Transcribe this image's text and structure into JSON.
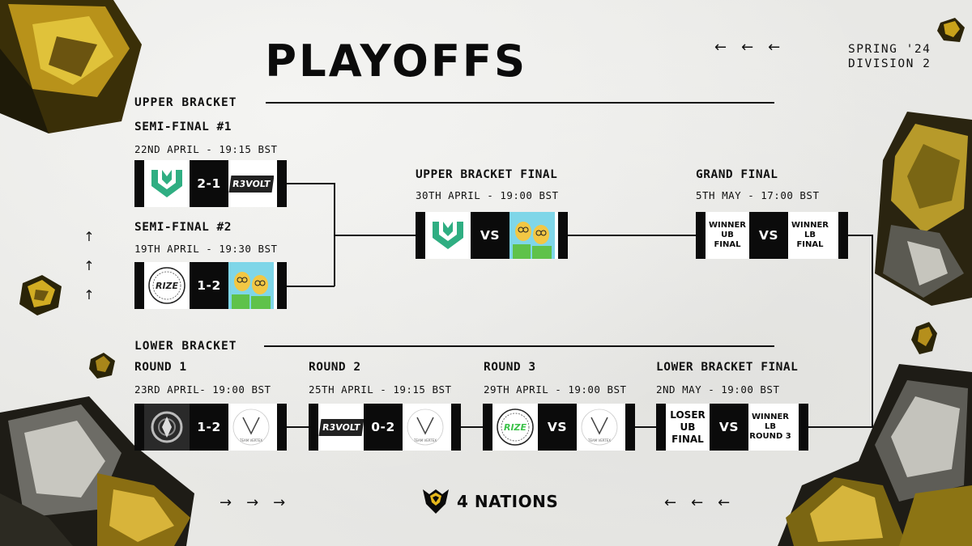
{
  "title": "PLAYOFFS",
  "season": {
    "line1": "SPRING '24",
    "line2": "DIVISION 2"
  },
  "upper_bracket": {
    "label": "UPPER BRACKET",
    "semi1": {
      "title": "SEMI-FINAL #1",
      "date": "22ND APRIL - 19:15 BST",
      "score": "2-1",
      "team_a": "wolves-v-logo",
      "team_b_text": "R3VOLT"
    },
    "semi2": {
      "title": "SEMI-FINAL #2",
      "date": "19TH APRIL - 19:30 BST",
      "score": "1-2",
      "team_a_text": "RIZE",
      "team_b": "cartoon-duo-logo"
    },
    "final": {
      "title": "UPPER BRACKET FINAL",
      "date": "30TH APRIL - 19:00 BST",
      "score": "VS"
    }
  },
  "grand_final": {
    "title": "GRAND FINAL",
    "date": "5TH MAY - 17:00 BST",
    "score": "VS",
    "slot_a": "WINNER\nUB\nFINAL",
    "slot_b": "WINNER\nLB\nFINAL"
  },
  "lower_bracket": {
    "label": "LOWER BRACKET",
    "round1": {
      "title": "ROUND 1",
      "date": "23RD APRIL- 19:00 BST",
      "score": "1-2"
    },
    "round2": {
      "title": "ROUND 2",
      "date": "25TH APRIL - 19:15 BST",
      "score": "0-2",
      "team_a_text": "R3VOLT"
    },
    "round3": {
      "title": "ROUND 3",
      "date": "29TH APRIL - 19:00 BST",
      "score": "VS",
      "team_a_text": "RIZE"
    },
    "final": {
      "title": "LOWER BRACKET FINAL",
      "date": "2ND MAY - 19:00 BST",
      "score": "VS",
      "slot_a": "LOSER\nUB\nFINAL",
      "slot_b": "WINNER\nLB\nROUND 3"
    }
  },
  "team_vertex_text": "TEAM VERTEX",
  "footer": {
    "brand": "4 NATIONS"
  },
  "colors": {
    "ink": "#0b0b0b",
    "background": "#e8e8e5",
    "green": "#2fae82",
    "gold": "#c9a21a"
  }
}
